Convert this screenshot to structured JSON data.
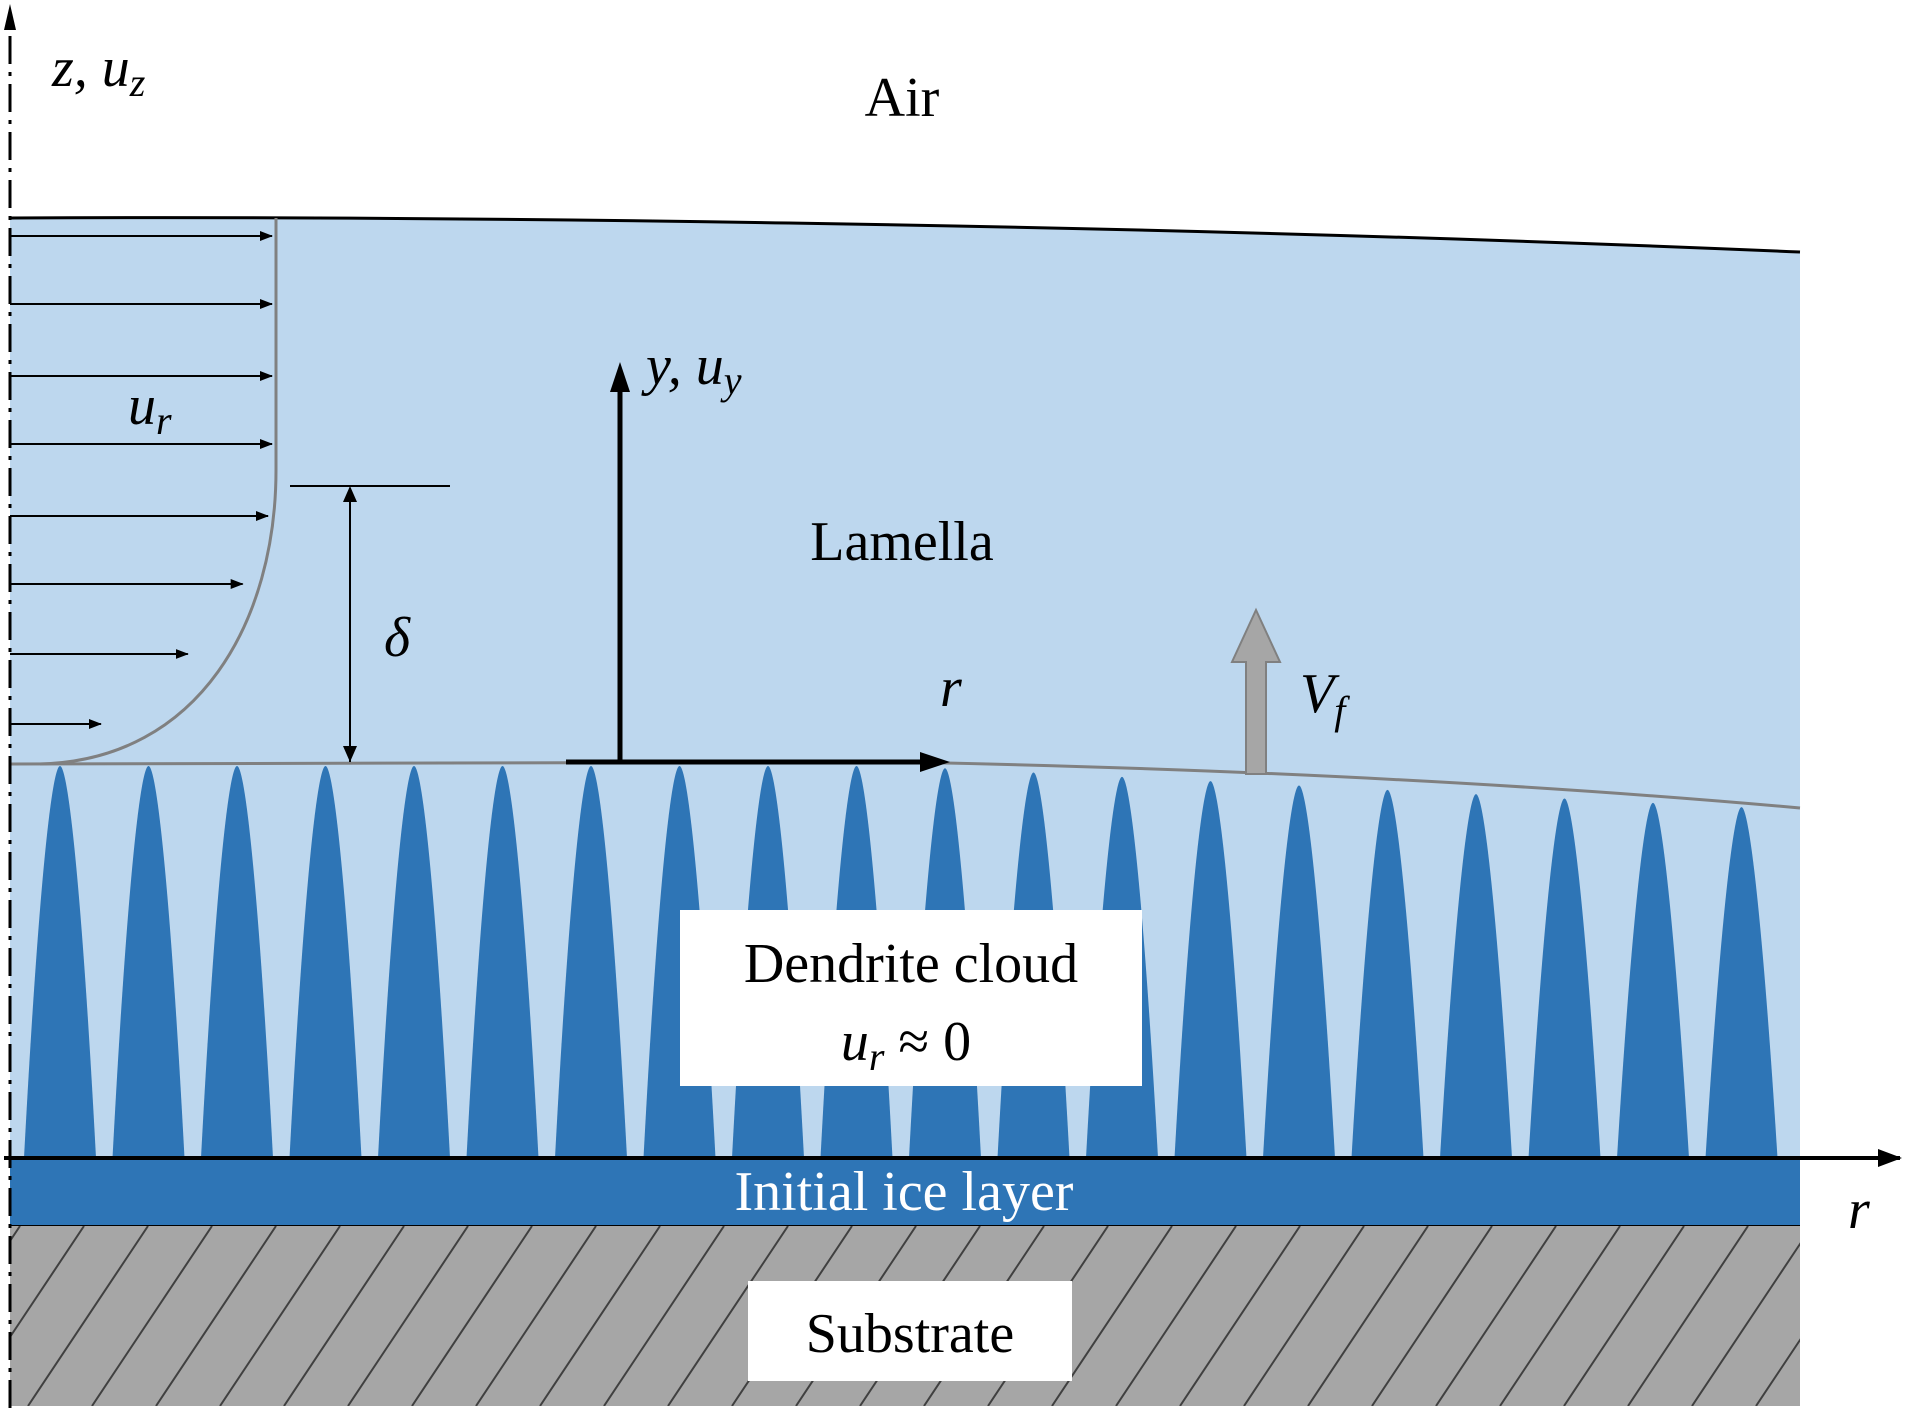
{
  "labels": {
    "air": "Air",
    "lamella": "Lamella",
    "dendrite_cloud": "Dendrite cloud",
    "dendrite_condition_var": "u",
    "dendrite_condition_sub": "r",
    "dendrite_condition_rest": " ≈ 0",
    "initial_ice_layer": "Initial ice layer",
    "substrate": "Substrate",
    "z_axis_z": "z,",
    "z_axis_u": "u",
    "z_axis_sub": "z",
    "y_axis_y": "y,",
    "y_axis_u": "u",
    "y_axis_sub": "y",
    "r_local": "r",
    "r_global": "r",
    "velocity_var": "u",
    "velocity_sub": "r",
    "boundary_layer": "δ",
    "front_speed_var": "V",
    "front_speed_sub": "f"
  },
  "colors": {
    "lamella": "#bdd7ee",
    "dendrite": "#2e75b6",
    "ice_layer": "#2e75b6",
    "substrate": "#a6a6a6",
    "front_arrow": "#a6a6a6",
    "profile_curve": "#7f7f7f",
    "text_on_ice": "#ffffff"
  },
  "dendrite_count": 20
}
